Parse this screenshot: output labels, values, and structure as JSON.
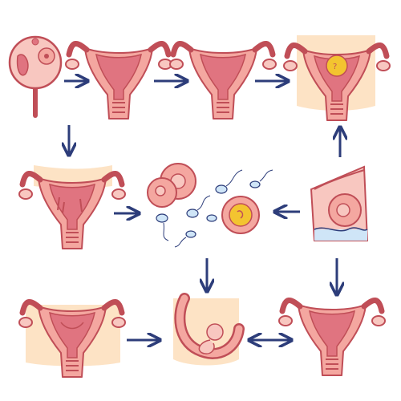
{
  "diagram": {
    "kind": "reproductive-cycle-illustration",
    "colors": {
      "outline": "#c04e57",
      "tissue": "#f4a7a0",
      "tissue_light": "#f8c7c0",
      "tissue_dark": "#e07480",
      "background_patch": "#fde3c5",
      "arrow": "#2d3d7a",
      "fluid": "#cfe5f7",
      "yolk": "#f3c430",
      "sperm_head": "#cfe5f7"
    },
    "nodes": [
      {
        "id": "ovarian-follicles",
        "icon": "follicle-magnifier-icon"
      },
      {
        "id": "uterus-1",
        "icon": "uterus-icon"
      },
      {
        "id": "uterus-2",
        "icon": "uterus-icon"
      },
      {
        "id": "implantation",
        "icon": "uterus-with-embryo-icon"
      },
      {
        "id": "menstruation",
        "icon": "uterus-shedding-icon"
      },
      {
        "id": "fertilization",
        "icon": "egg-and-sperm-icon"
      },
      {
        "id": "embryo-in-fluid",
        "icon": "embryo-fluid-icon"
      },
      {
        "id": "uterus-3",
        "icon": "uterus-icon"
      },
      {
        "id": "fetus",
        "icon": "fetus-icon"
      },
      {
        "id": "uterus-4",
        "icon": "uterus-icon"
      }
    ],
    "edges": [
      {
        "from": "ovarian-follicles",
        "to": "uterus-1",
        "direction": "right"
      },
      {
        "from": "uterus-1",
        "to": "uterus-2",
        "direction": "right"
      },
      {
        "from": "uterus-2",
        "to": "implantation",
        "direction": "right"
      },
      {
        "from": "ovarian-follicles",
        "to": "menstruation",
        "direction": "down"
      },
      {
        "from": "menstruation",
        "to": "fertilization",
        "direction": "right"
      },
      {
        "from": "embryo-in-fluid",
        "to": "fertilization",
        "direction": "left"
      },
      {
        "from": "embryo-in-fluid",
        "to": "implantation",
        "direction": "up"
      },
      {
        "from": "fertilization",
        "to": "fetus",
        "direction": "down"
      },
      {
        "from": "embryo-in-fluid",
        "to": "uterus-4",
        "direction": "down"
      },
      {
        "from": "uterus-3",
        "to": "fetus",
        "direction": "right"
      },
      {
        "from": "fetus",
        "to": "uterus-4",
        "direction": "both"
      }
    ]
  }
}
